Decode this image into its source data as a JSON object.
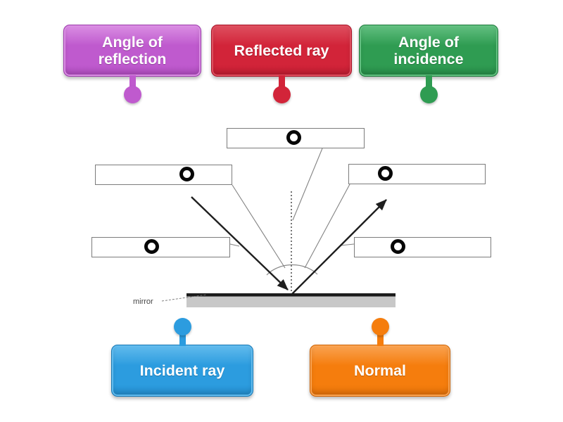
{
  "activity": {
    "kind": "labelled-diagram",
    "background": "#ffffff"
  },
  "labels": [
    {
      "text": "Angle of reflection",
      "colors": {
        "light": "#da8ee3",
        "main": "#bf5ace",
        "dark": "#9c3bac"
      }
    },
    {
      "text": "Reflected ray",
      "colors": {
        "light": "#de5060",
        "main": "#d22439",
        "dark": "#a81226"
      }
    },
    {
      "text": "Angle of incidence",
      "colors": {
        "light": "#63c081",
        "main": "#2f9c52",
        "dark": "#1e7a3b"
      }
    },
    {
      "text": "Incident ray",
      "colors": {
        "light": "#62bbed",
        "main": "#2c9cdf",
        "dark": "#1678b5"
      }
    },
    {
      "text": "Normal",
      "colors": {
        "light": "#f9a352",
        "main": "#f57d0d",
        "dark": "#cf6404"
      }
    }
  ],
  "figure": {
    "mirror_label": "mirror",
    "drop_zones": {
      "count": 5
    },
    "colors": {
      "ray": "#1f1f1f",
      "leader": "#828282",
      "mirror_surface": "#1c1c1c",
      "mirror_body": "#c8c8c8"
    }
  }
}
